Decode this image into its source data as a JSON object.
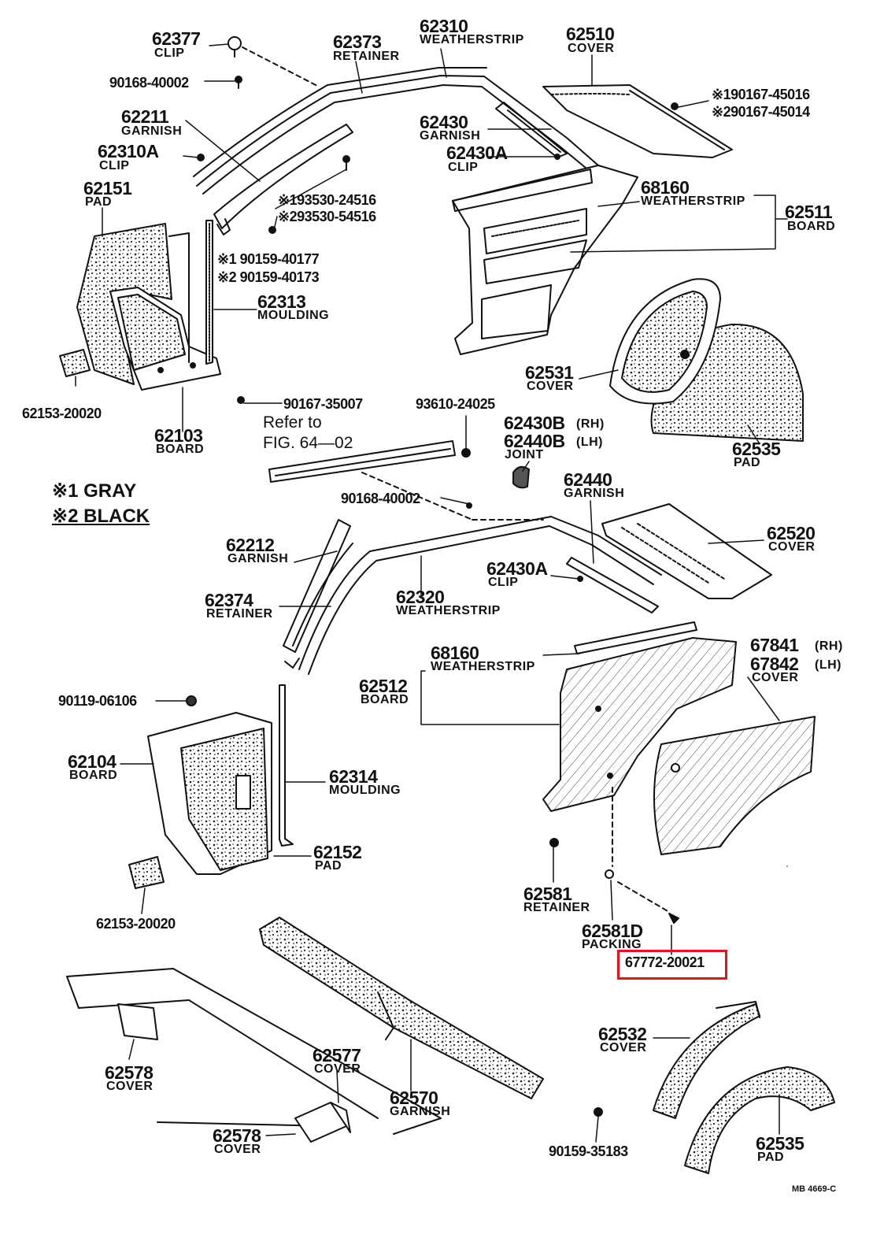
{
  "highlight": {
    "color": "#e3141a",
    "part_no": "67772-20021"
  },
  "labels": {
    "p62377": {
      "num": "62377",
      "name": "CLIP"
    },
    "p62373": {
      "num": "62373",
      "name": "RETAINER"
    },
    "p62310": {
      "num": "62310",
      "name": "WEATHERSTRIP"
    },
    "p62510": {
      "num": "62510",
      "name": "COVER"
    },
    "p90168a": "90168-40002",
    "p62211": {
      "num": "62211",
      "name": "GARNISH"
    },
    "p62310A": {
      "num": "62310A",
      "name": "CLIP"
    },
    "p62430": {
      "num": "62430",
      "name": "GARNISH"
    },
    "p62430A_top": {
      "num": "62430A",
      "name": "CLIP"
    },
    "p190167": "※190167-45016",
    "p290167": "※290167-45014",
    "p62151": {
      "num": "62151",
      "name": "PAD"
    },
    "p193530": "※193530-24516",
    "p293530": "※293530-54516",
    "p68160a": {
      "num": "68160",
      "name": "WEATHERSTRIP"
    },
    "p62511": {
      "num": "62511",
      "name": "BOARD"
    },
    "p190159": "※1 90159-40177",
    "p290159": "※2 90159-40173",
    "p62313": {
      "num": "62313",
      "name": "MOULDING"
    },
    "p62531": {
      "num": "62531",
      "name": "COVER"
    },
    "p62153a": "62153-20020",
    "p62103": {
      "num": "62103",
      "name": "BOARD"
    },
    "p90167": "90167-35007",
    "refer": {
      "line1": "Refer to",
      "line2": "FIG. 64—02"
    },
    "p93610": "93610-24025",
    "p62430B": {
      "num": "62430B",
      "side": "(RH)"
    },
    "p62440B": {
      "num": "62440B",
      "side": "(LH)",
      "name": "JOINT"
    },
    "p62535a": {
      "num": "62535",
      "name": "PAD"
    },
    "legend1": "※1 GRAY",
    "legend2": "※2 BLACK",
    "p90168b": "90168-40002",
    "p62440": {
      "num": "62440",
      "name": "GARNISH"
    },
    "p62520": {
      "num": "62520",
      "name": "COVER"
    },
    "p62212": {
      "num": "62212",
      "name": "GARNISH"
    },
    "p62430A_mid": {
      "num": "62430A",
      "name": "CLIP"
    },
    "p62374": {
      "num": "62374",
      "name": "RETAINER"
    },
    "p62320": {
      "num": "62320",
      "name": "WEATHERSTRIP"
    },
    "p68160b": {
      "num": "68160",
      "name": "WEATHERSTRIP"
    },
    "p67841": {
      "num": "67841",
      "side": "(RH)"
    },
    "p67842": {
      "num": "67842",
      "side": "(LH)",
      "name": "COVER"
    },
    "p62512": {
      "num": "62512",
      "name": "BOARD"
    },
    "p90119": "90119-06106",
    "p62104": {
      "num": "62104",
      "name": "BOARD"
    },
    "p62314": {
      "num": "62314",
      "name": "MOULDING"
    },
    "p62152": {
      "num": "62152",
      "name": "PAD"
    },
    "p62581": {
      "num": "62581",
      "name": "RETAINER"
    },
    "p62153b": "62153-20020",
    "p62581D": {
      "num": "62581D",
      "name": "PACKING"
    },
    "p62532": {
      "num": "62532",
      "name": "COVER"
    },
    "p62577": {
      "num": "62577",
      "name": "COVER"
    },
    "p62578a": {
      "num": "62578",
      "name": "COVER"
    },
    "p62570": {
      "num": "62570",
      "name": "GARNISH"
    },
    "p62578b": {
      "num": "62578",
      "name": "COVER"
    },
    "p90159": "90159-35183",
    "p62535b": {
      "num": "62535",
      "name": "PAD"
    },
    "figcode": "MB 4669-C"
  }
}
